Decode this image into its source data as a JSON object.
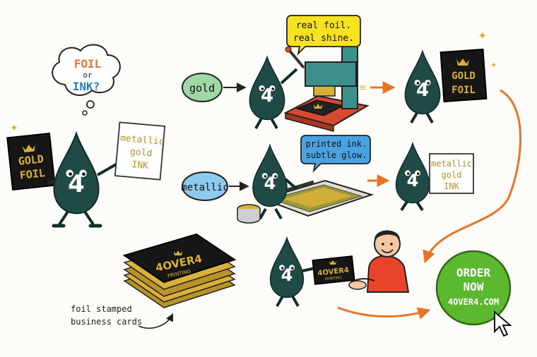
{
  "thought": {
    "line1": "FOIL",
    "line2": "or",
    "line3": "INK?"
  },
  "left_card_black": {
    "line1": "GOLD",
    "line2": "FOIL"
  },
  "left_card_white": {
    "line1": "metallic",
    "line2": "gold",
    "line3": "INK"
  },
  "mascot_number": "4",
  "bubble_gold": "gold",
  "bubble_metallic": "metallic",
  "note_foil": {
    "line1": "real foil.",
    "line2": "real shine."
  },
  "note_ink": {
    "line1": "printed ink.",
    "line2": "subtle glow."
  },
  "result_card_black": {
    "line1": "GOLD",
    "line2": "FOIL"
  },
  "result_card_white": {
    "line1": "metallic",
    "line2": "gold",
    "line3": "INK"
  },
  "business_card": {
    "brand": "4OVER4",
    "sub": "PRINTING"
  },
  "caption": {
    "line1": "foil stamped",
    "line2": "business cards"
  },
  "cta": {
    "line1": "ORDER",
    "line2": "NOW",
    "line3": "4OVER4.COM"
  },
  "colors": {
    "ink_teal": "#1f4a46",
    "arrow_orange": "#e8742a",
    "gold": "#d9b13a",
    "cta_green": "#5cb82e",
    "note_yellow": "#f7e21f",
    "note_blue": "#4aa3e0",
    "bubble_green": "#9fd8a6",
    "bubble_blue": "#8ec9ee",
    "press_teal": "#3d8f8b",
    "base_red": "#d64a2e",
    "shirt_red": "#e8442a",
    "frame_tray": "#e0ddd3"
  }
}
